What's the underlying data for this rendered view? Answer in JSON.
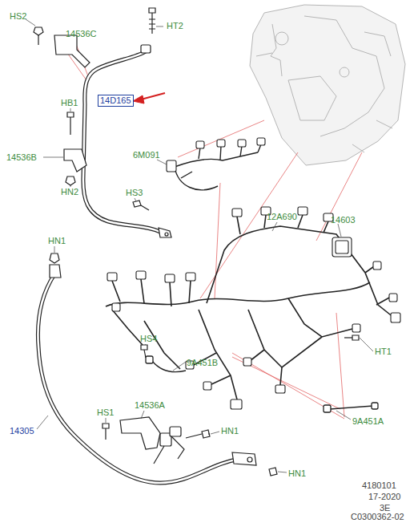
{
  "diagram": {
    "nodes": [
      {
        "text": [
          "14D165"
        ]
      }
    ],
    "labels": [
      "HS2",
      "14536C",
      "HT2",
      "HB1",
      "14536B",
      "HN2",
      "HS3",
      "6M091",
      "12A690",
      "14603",
      "HN1",
      "HS4",
      "9A451B",
      "HT1",
      "9A451A",
      "HS1",
      "14536A",
      "14305",
      "HN1",
      "HN1",
      "4180101",
      "17-2020",
      "3E",
      "C0300362-02"
    ]
  }
}
